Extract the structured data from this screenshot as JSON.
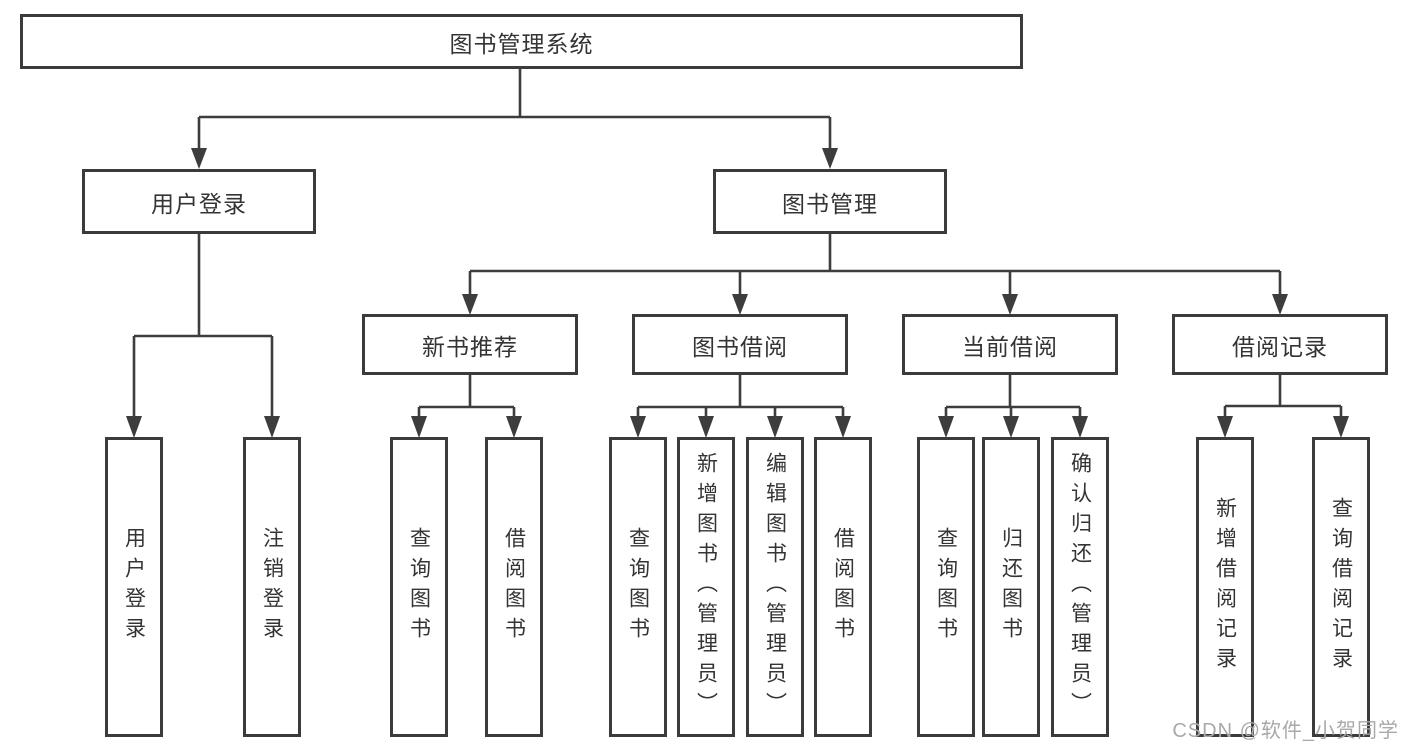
{
  "nodes": {
    "root": "图书管理系统",
    "level2": [
      "用户登录",
      "图书管理"
    ],
    "level3": [
      "新书推荐",
      "图书借阅",
      "当前借阅",
      "借阅记录"
    ],
    "leaves": [
      "用户登录",
      "注销登录",
      "查询图书",
      "借阅图书",
      "查询图书",
      "新增图书（管理员）",
      "编辑图书（管理员）",
      "借阅图书",
      "查询图书",
      "归还图书",
      "确认归还（管理员）",
      "新增借阅记录",
      "查询借阅记录"
    ]
  },
  "watermark": "CSDN @软件_小贺同学",
  "colors": {
    "line": "#3d3d3d",
    "box_border": "#3b3b3b",
    "text": "#343434",
    "watermark_text": "#a9a9a9",
    "background": "#ffffff"
  }
}
